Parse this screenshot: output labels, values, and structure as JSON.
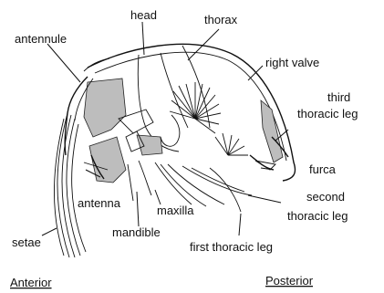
{
  "labels": {
    "head": "head",
    "thorax": "thorax",
    "antennule": "antennule",
    "right_valve": "right valve",
    "third_thoracic_leg_1": "third",
    "third_thoracic_leg_2": "thoracic leg",
    "furca": "furca",
    "antenna": "antenna",
    "maxilla": "maxilla",
    "second_thoracic_leg_1": "second",
    "second_thoracic_leg_2": "thoracic leg",
    "mandible": "mandible",
    "setae": "setae",
    "first_thoracic_leg": "first thoracic leg"
  },
  "captions": {
    "anterior": "Anterior",
    "posterior": "Posterior"
  }
}
